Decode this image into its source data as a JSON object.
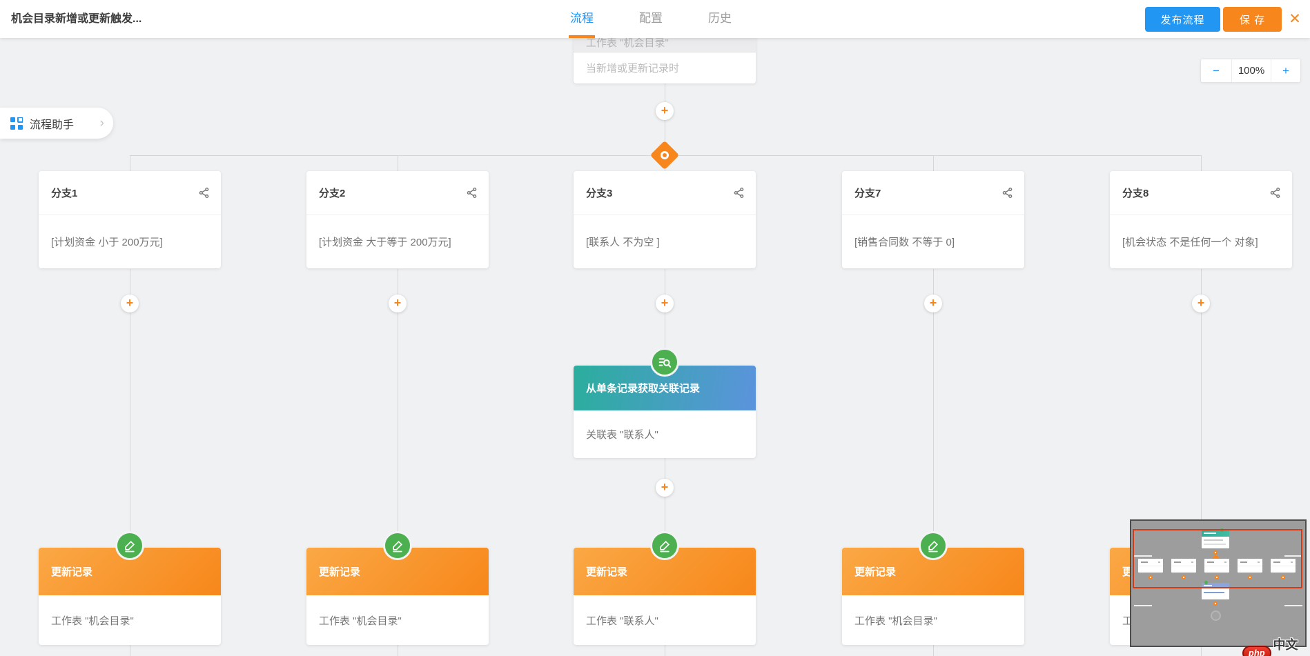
{
  "header": {
    "title": "机会目录新增或更新触发...",
    "tabs": [
      {
        "label": "流程",
        "active": true
      },
      {
        "label": "配置",
        "active": false
      },
      {
        "label": "历史",
        "active": false
      }
    ],
    "publish_label": "发布流程",
    "save_label": "保 存",
    "close_icon": "close-icon"
  },
  "zoom_control": {
    "minus_label": "−",
    "level": "100%",
    "plus_label": "+"
  },
  "assistant": {
    "label": "流程助手"
  },
  "trigger_node": {
    "header_text": "工作表 \"机会目录\"",
    "body": "当新增或更新记录时"
  },
  "branches": [
    {
      "title": "分支1",
      "condition": "[计划资金 小于 200万元]"
    },
    {
      "title": "分支2",
      "condition": "[计划资金 大于等于 200万元]"
    },
    {
      "title": "分支3",
      "condition": "[联系人 不为空 ]"
    },
    {
      "title": "分支7",
      "condition": "[销售合同数 不等于 0]"
    },
    {
      "title": "分支8",
      "condition": "[机会状态 不是任何一个 对象]"
    }
  ],
  "lookup_node": {
    "title": "从单条记录获取关联记录",
    "body": "关联表 \"联系人\""
  },
  "update_nodes": [
    {
      "title": "更新记录",
      "body": "工作表 \"机会目录\""
    },
    {
      "title": "更新记录",
      "body": "工作表 \"机会目录\""
    },
    {
      "title": "更新记录",
      "body": "工作表 \"联系人\""
    },
    {
      "title": "更新记录",
      "body": "工作表 \"机会目录\""
    },
    {
      "title": "更新记录",
      "body": "工作表 \"机会目录\""
    }
  ],
  "watermark": {
    "logo_text": "php",
    "site_text": "中文网"
  },
  "colors": {
    "accent_blue": "#2196f3",
    "accent_orange": "#f7861c",
    "node_green": "#4caf50",
    "lookup_gradient": [
      "#2bae9d",
      "#5b93dd"
    ],
    "update_gradient": [
      "#faa845",
      "#f7871b"
    ],
    "canvas_bg": "#f0f1f3",
    "viewport_rect": "#d03a15"
  }
}
